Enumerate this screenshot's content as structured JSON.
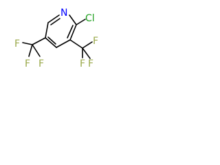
{
  "structure": {
    "atoms": {
      "n": "N",
      "cl": "Cl",
      "f": [
        "F",
        "F",
        "F",
        "F",
        "F",
        "F"
      ]
    },
    "colors": {
      "bond": "#000000",
      "n": "#0000ff",
      "cl": "#1fa01f",
      "f": "#9aa84a"
    }
  }
}
